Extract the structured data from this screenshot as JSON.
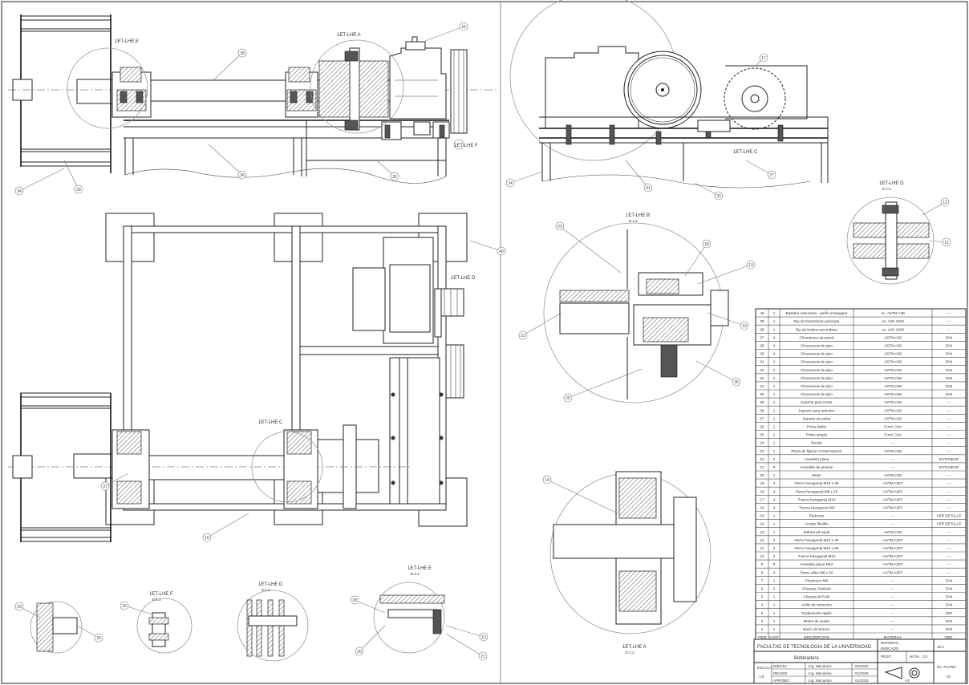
{
  "section_labels": {
    "e": "1ET-LHE E",
    "f": "1ET-LHE F",
    "c": "1ET-LHE C",
    "a": "1ET-LHE A",
    "b": "1ET-LHE B",
    "d": "1ET-LHE D",
    "g": "1ET-LHE G"
  },
  "scale_labels": {
    "scale_a": "E:1:2",
    "scale_b": "E:1:2",
    "scale_c": "E:1:2",
    "scale_d": "E:1:2",
    "scale_e": "E:1:2",
    "scale_f": "E:1:2"
  },
  "balloons": [
    "15",
    "17",
    "27",
    "24",
    "31",
    "33",
    "34",
    "36",
    "35",
    "38",
    "39",
    "40",
    "22",
    "23",
    "25",
    "26",
    "18",
    "13",
    "19",
    "12",
    "11",
    "10",
    "21",
    "20",
    "28",
    "29",
    "30",
    "32",
    "37",
    "16",
    "14"
  ],
  "bom": {
    "headers": [
      "ITEM",
      "CANT",
      "DESCRIPCION",
      "MATERIAL",
      "OBS."
    ],
    "rows": [
      [
        "40",
        "1",
        "Bastidor estructura - perfil rectangular",
        "Ac. ASTM A36",
        "---"
      ],
      [
        "39",
        "1",
        "Eje de transmision principal",
        "Ac. AISI 1045",
        "---"
      ],
      [
        "38",
        "1",
        "Eje de bobina secundaria",
        "Ac. AISI 1045",
        "---"
      ],
      [
        "37",
        "4",
        "Chumacera de pared",
        "ASTM A36",
        "DIN"
      ],
      [
        "36",
        "4",
        "Chumacera de piso",
        "ASTM A36",
        "DIN"
      ],
      [
        "35",
        "4",
        "Chumacera de piso",
        "ASTM A36",
        "DIN"
      ],
      [
        "34",
        "2",
        "Chumacera de piso",
        "ASTM A36",
        "DIN"
      ],
      [
        "33",
        "2",
        "Chumacera de piso",
        "ASTM A36",
        "DIN"
      ],
      [
        "32",
        "2",
        "Chumacera de piso",
        "ASTM A36",
        "DIN"
      ],
      [
        "31",
        "1",
        "Chumacera de piso",
        "ASTM A36",
        "DIN"
      ],
      [
        "30",
        "1",
        "Chumacera de piso",
        "ASTM A36",
        "DIN"
      ],
      [
        "29",
        "1",
        "Soporte para motor",
        "ASTM A36",
        "---"
      ],
      [
        "28",
        "1",
        "Soporte para reductor",
        "ASTM A36",
        "---"
      ],
      [
        "27",
        "1",
        "Soporte de polea",
        "ASTM A36",
        "---"
      ],
      [
        "26",
        "1",
        "Polea doble",
        "Fund. Gris",
        "---"
      ],
      [
        "25",
        "1",
        "Polea simple",
        "Fund. Gris",
        "---"
      ],
      [
        "24",
        "1",
        "Banda",
        "---",
        "---"
      ],
      [
        "23",
        "1",
        "Placa de fijacion motorreductor",
        "ASTM A36",
        "---"
      ],
      [
        "22",
        "2",
        "Arandela plana",
        "---",
        "ESTANDAR"
      ],
      [
        "21",
        "8",
        "Arandela de presion",
        "---",
        "ESTANDAR"
      ],
      [
        "20",
        "1",
        "Motor",
        "ASTM A36",
        "---"
      ],
      [
        "19",
        "4",
        "Perno hexagonal M10 x 30",
        "ASTM A307",
        "---"
      ],
      [
        "18",
        "4",
        "Perno hexagonal M8 x 25",
        "ASTM A307",
        "---"
      ],
      [
        "17",
        "4",
        "Tuerca hexagonal M10",
        "ASTM A307",
        "---"
      ],
      [
        "16",
        "4",
        "Tuerca hexagonal M8",
        "ASTM A307",
        "---"
      ],
      [
        "15",
        "1",
        "Reductor",
        "---",
        "VER DETALLE"
      ],
      [
        "14",
        "1",
        "Acople flexible",
        "---",
        "VER DETALLE"
      ],
      [
        "13",
        "1",
        "Bobina principal",
        "ASTM A36",
        "---"
      ],
      [
        "12",
        "2",
        "Perno hexagonal M12 x 40",
        "ASTM A307",
        "---"
      ],
      [
        "11",
        "2",
        "Perno hexagonal M12 x 50",
        "ASTM A307",
        "---"
      ],
      [
        "10",
        "2",
        "Tuerca hexagonal M12",
        "ASTM A307",
        "---"
      ],
      [
        "9",
        "8",
        "Arandela plana M12",
        "ASTM A307",
        "---"
      ],
      [
        "8",
        "4",
        "Perno allen M8 x 20",
        "ASTM A307",
        "---"
      ],
      [
        "7",
        "1",
        "Prisionero M6",
        "---",
        "DIN"
      ],
      [
        "6",
        "2",
        "Chaveta 10x8x40",
        "---",
        "DIN"
      ],
      [
        "5",
        "1",
        "Chaveta 8x7x30",
        "---",
        "DIN"
      ],
      [
        "4",
        "1",
        "Anillo de retencion",
        "---",
        "DIN"
      ],
      [
        "3",
        "1",
        "Rodamiento rigido",
        "---",
        "SKF"
      ],
      [
        "2",
        "1",
        "Reten de aceite",
        "---",
        "DIN"
      ],
      [
        "1",
        "1",
        "Bocin de bronce",
        "---",
        "DIN"
      ]
    ]
  },
  "title_block": {
    "university": "FACULTAD DE TECNOLOGIA DE LA UNIVERSIDAD",
    "sheet_title": "Bobinadora",
    "tolerance": "±0.1",
    "scale_label": "ESCALA",
    "scale_value": "1:5",
    "drawn_label": "DIBUJO",
    "revised_label": "REVISO",
    "approved_label": "APROBO",
    "drawn_name": "Ing. Mecanico",
    "revised_name": "Ing. Mecanico",
    "approved_name": "Ing. Mecanico",
    "date_1": "01/2023",
    "date_2": "01/2023",
    "date_3": "01/2023",
    "material_label": "MATERIAL",
    "material_value": "INDICADO",
    "weight_label": "PESO",
    "sheet_label": "HOJA",
    "sheet_value": "1/1",
    "drawing_no_label": "No. PLANO",
    "drawing_no_value": "01",
    "format": "A3"
  }
}
